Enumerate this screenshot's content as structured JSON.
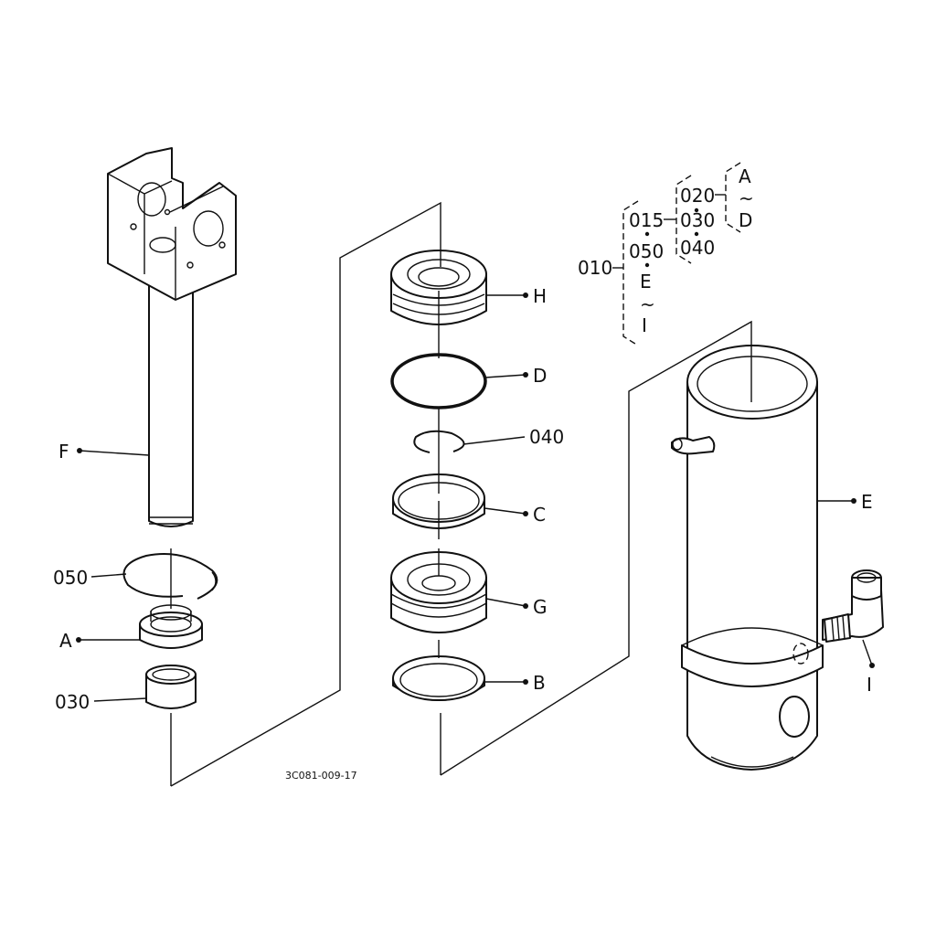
{
  "figure_code": "3C081-009-17",
  "callouts": {
    "F": "F",
    "050": "050",
    "A": "A",
    "030": "030",
    "H": "H",
    "D": "D",
    "040": "040",
    "C": "C",
    "G": "G",
    "B": "B",
    "E": "E",
    "I": "I"
  },
  "tree": {
    "root": "010",
    "level1": [
      "015",
      "050",
      "E",
      "~",
      "I"
    ],
    "level2": [
      "020",
      "030",
      "040"
    ],
    "level3": [
      "A",
      "~",
      "D"
    ]
  }
}
